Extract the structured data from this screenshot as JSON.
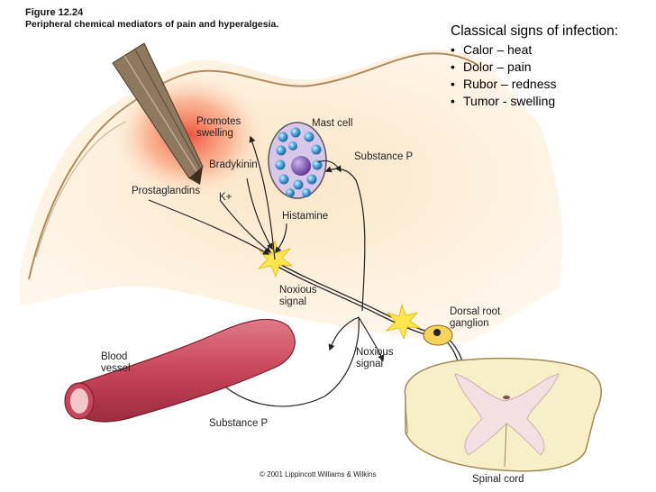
{
  "figure": {
    "number": "Figure 12.24",
    "caption": "Peripheral chemical mediators of pain and hyperalgesia."
  },
  "signs_box": {
    "title": "Classical signs of infection:",
    "items": [
      "Calor – heat",
      "Dolor – pain",
      "Rubor – redness",
      "Tumor - swelling"
    ]
  },
  "labels": {
    "promotes_swelling": "Promotes\nswelling",
    "mast_cell": "Mast cell",
    "bradykinin": "Bradykinin",
    "substance_p_top": "Substance P",
    "prostaglandins": "Prostaglandins",
    "k_plus": "K+",
    "histamine": "Histamine",
    "noxious_signal_1": "Noxious\nsignal",
    "dorsal_root_ganglion": "Dorsal root\nganglion",
    "blood_vessel": "Blood\nvessel",
    "noxious_signal_2": "Noxious\nsignal",
    "substance_p_bottom": "Substance P",
    "spinal_cord": "Spinal cord"
  },
  "copyright": "© 2001 Lippincott Williams & Wilkins",
  "colors": {
    "skin_outline": "#b08a5e",
    "skin_fill": "#fbe9cf",
    "inflammation": "#f26a4b",
    "vessel": "#c8455a",
    "mast_cell": "#d9c7ea",
    "granule": "#4aa3d8",
    "nucleus": "#7a4fb0",
    "burst": "#ffe64a",
    "cord": "#f6efc7"
  }
}
